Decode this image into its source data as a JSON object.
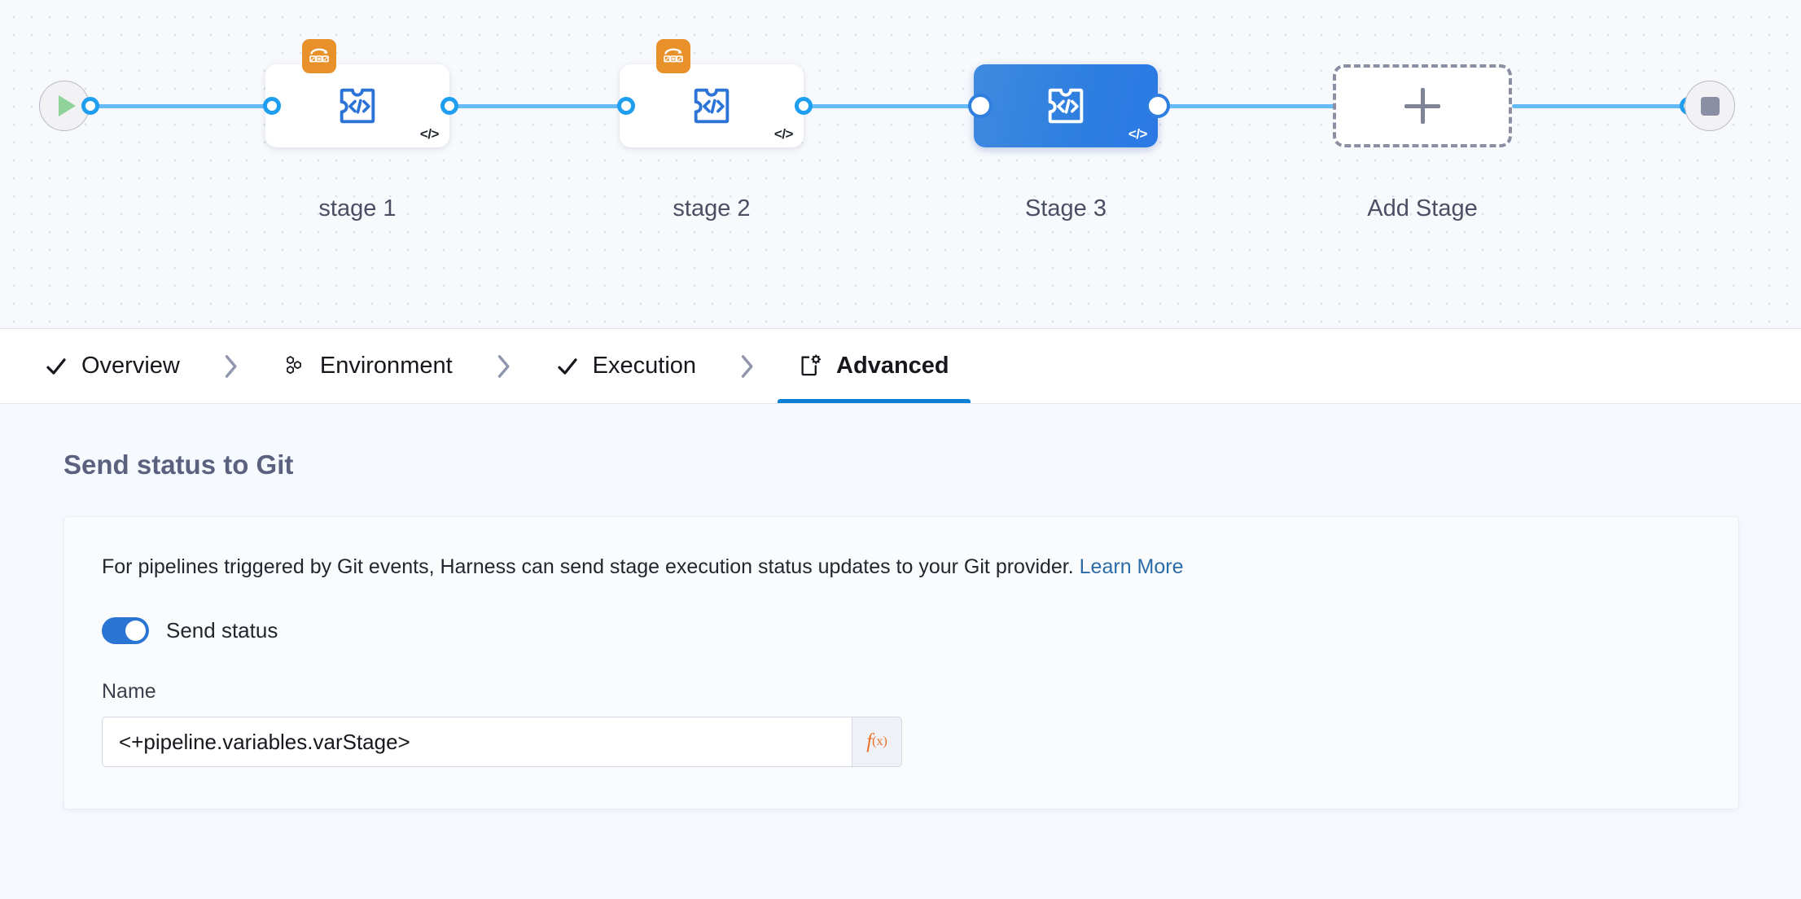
{
  "canvas": {
    "start_node": {
      "icon": "play-icon",
      "name": "pipeline-start"
    },
    "end_node": {
      "icon": "stop-icon",
      "name": "pipeline-end"
    },
    "stages": [
      {
        "label": "stage 1",
        "icon": "custom-stage-code-icon",
        "badge_icon": "matrix-looping-strategy-icon",
        "has_badge": true,
        "selected": false,
        "corner_icon": "code-brackets-icon",
        "corner_text": "</>"
      },
      {
        "label": "stage 2",
        "icon": "custom-stage-code-icon",
        "badge_icon": "matrix-looping-strategy-icon",
        "has_badge": true,
        "selected": false,
        "corner_icon": "code-brackets-icon",
        "corner_text": "</>"
      },
      {
        "label": "Stage 3",
        "icon": "custom-stage-code-icon",
        "badge_icon": "",
        "has_badge": false,
        "selected": true,
        "corner_icon": "code-brackets-icon",
        "corner_text": "</>"
      }
    ],
    "add_stage": {
      "label": "Add Stage",
      "icon": "plus-icon"
    }
  },
  "tabs": [
    {
      "label": "Overview",
      "icon": "check-icon",
      "active": false,
      "completed": true
    },
    {
      "label": "Environment",
      "icon": "hexagon-cluster-icon",
      "active": false,
      "completed": false
    },
    {
      "label": "Execution",
      "icon": "check-icon",
      "active": false,
      "completed": true
    },
    {
      "label": "Advanced",
      "icon": "document-gear-icon",
      "active": true,
      "completed": false
    }
  ],
  "tab_separator_icon": "chevron-right-icon",
  "main": {
    "section_title": "Send status to Git",
    "description_text": "For pipelines triggered by Git events, Harness can send stage execution status updates to your Git provider.",
    "learn_more_label": "Learn More",
    "send_status": {
      "label": "Send status",
      "enabled": true
    },
    "name_field": {
      "label": "Name",
      "value": "<+pipeline.variables.varStage>",
      "placeholder": "",
      "expression_button_icon": "fx-icon",
      "expression_button_main": "f",
      "expression_button_sub": "(x)"
    }
  },
  "colors": {
    "accent_blue": "#2a74d4",
    "pipe_blue": "#66bbf5",
    "badge_orange": "#e8912b",
    "fx_orange": "#e8702a",
    "link_blue": "#2b6ca8",
    "title_gray": "#5c6180"
  }
}
